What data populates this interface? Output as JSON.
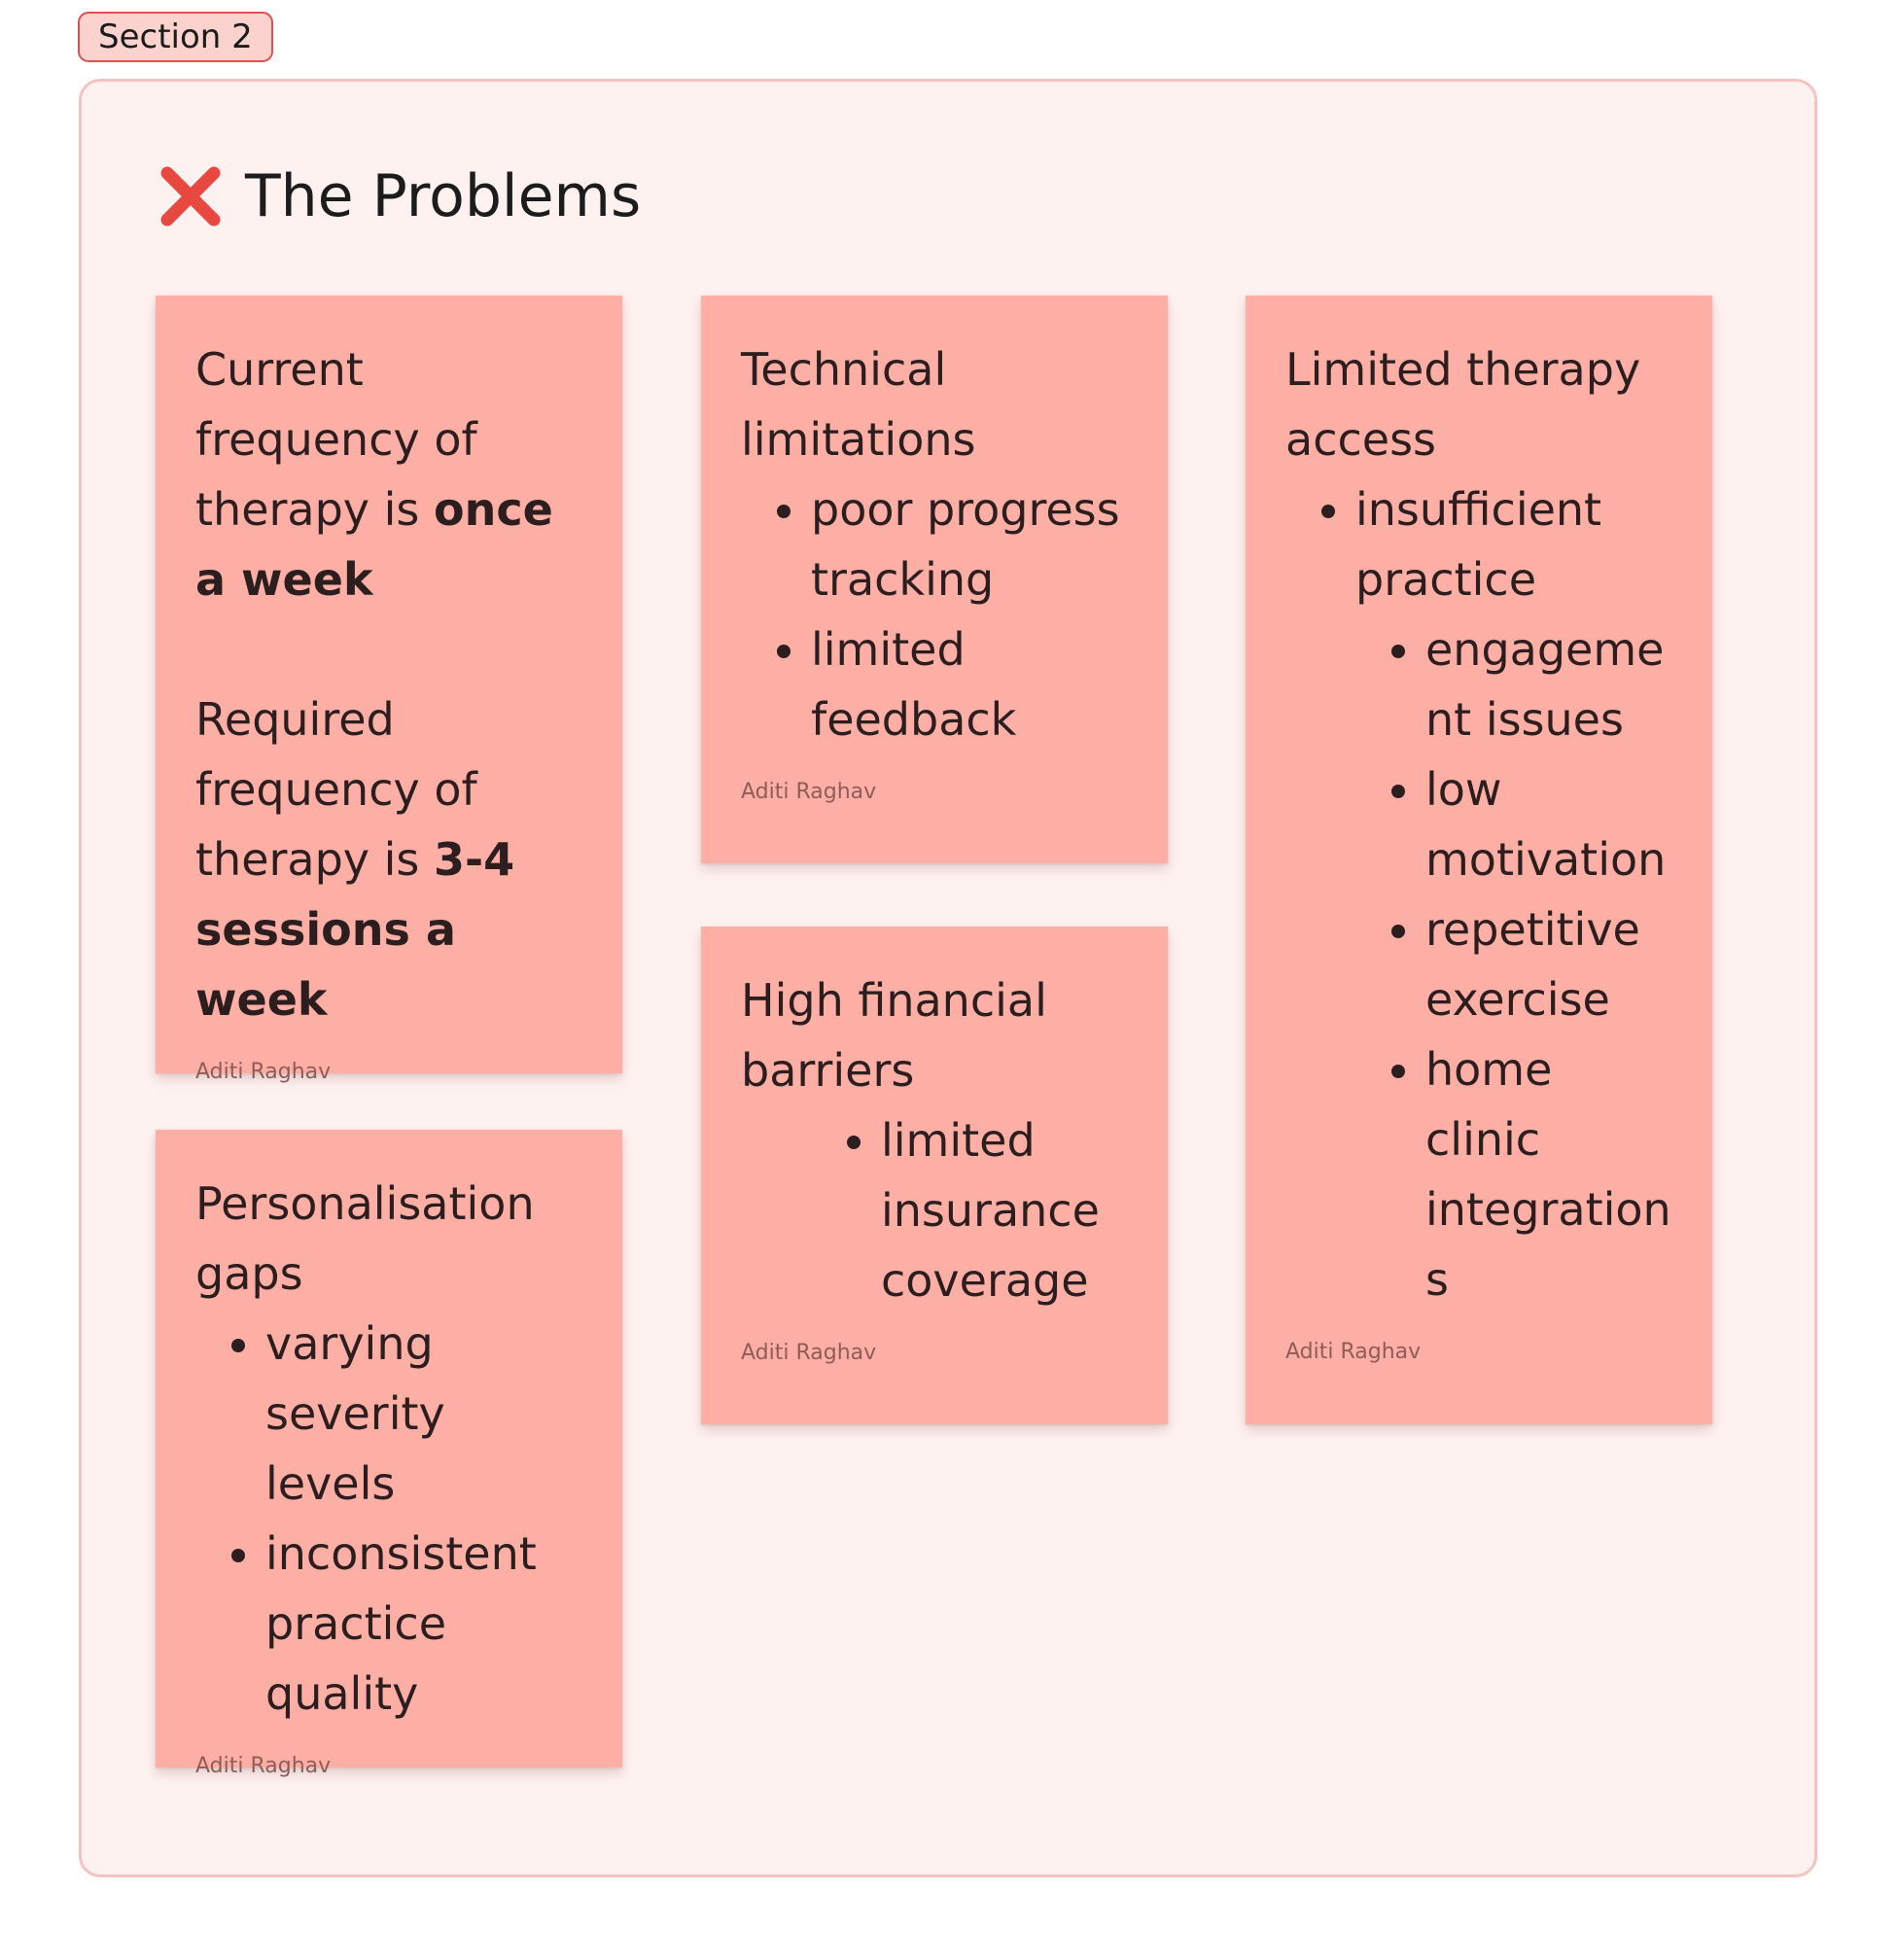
{
  "section": {
    "tag_label": "Section 2",
    "title": "The Problems",
    "title_icon": "cross-mark-icon",
    "accent_color": "#e0514d",
    "note_color": "#fdafa6"
  },
  "notes": [
    {
      "id": "frequency",
      "paragraph1": {
        "text": "Current frequency of therapy is ",
        "bold": "once a week"
      },
      "paragraph2": {
        "text": "Required frequency of therapy is ",
        "bold": "3-4 sessions a week"
      },
      "author": "Aditi Raghav"
    },
    {
      "id": "personalisation",
      "title": "Personalisation gaps",
      "items": [
        "varying severity levels",
        "inconsistent practice quality"
      ],
      "author": "Aditi Raghav"
    },
    {
      "id": "technical",
      "title": "Technical limitations",
      "items": [
        "poor progress tracking",
        "limited feedback"
      ],
      "author": "Aditi Raghav"
    },
    {
      "id": "financial",
      "title": "High financial barriers",
      "items": [
        "limited insurance coverage"
      ],
      "author": "Aditi Raghav"
    },
    {
      "id": "therapy-access",
      "title": "Limited therapy access",
      "items": [
        {
          "label": "insufficient practice",
          "subitems": [
            "engagement issues",
            "low motivation",
            "repetitive exercise",
            "home clinic integrations"
          ]
        }
      ],
      "author": "Aditi Raghav"
    }
  ]
}
